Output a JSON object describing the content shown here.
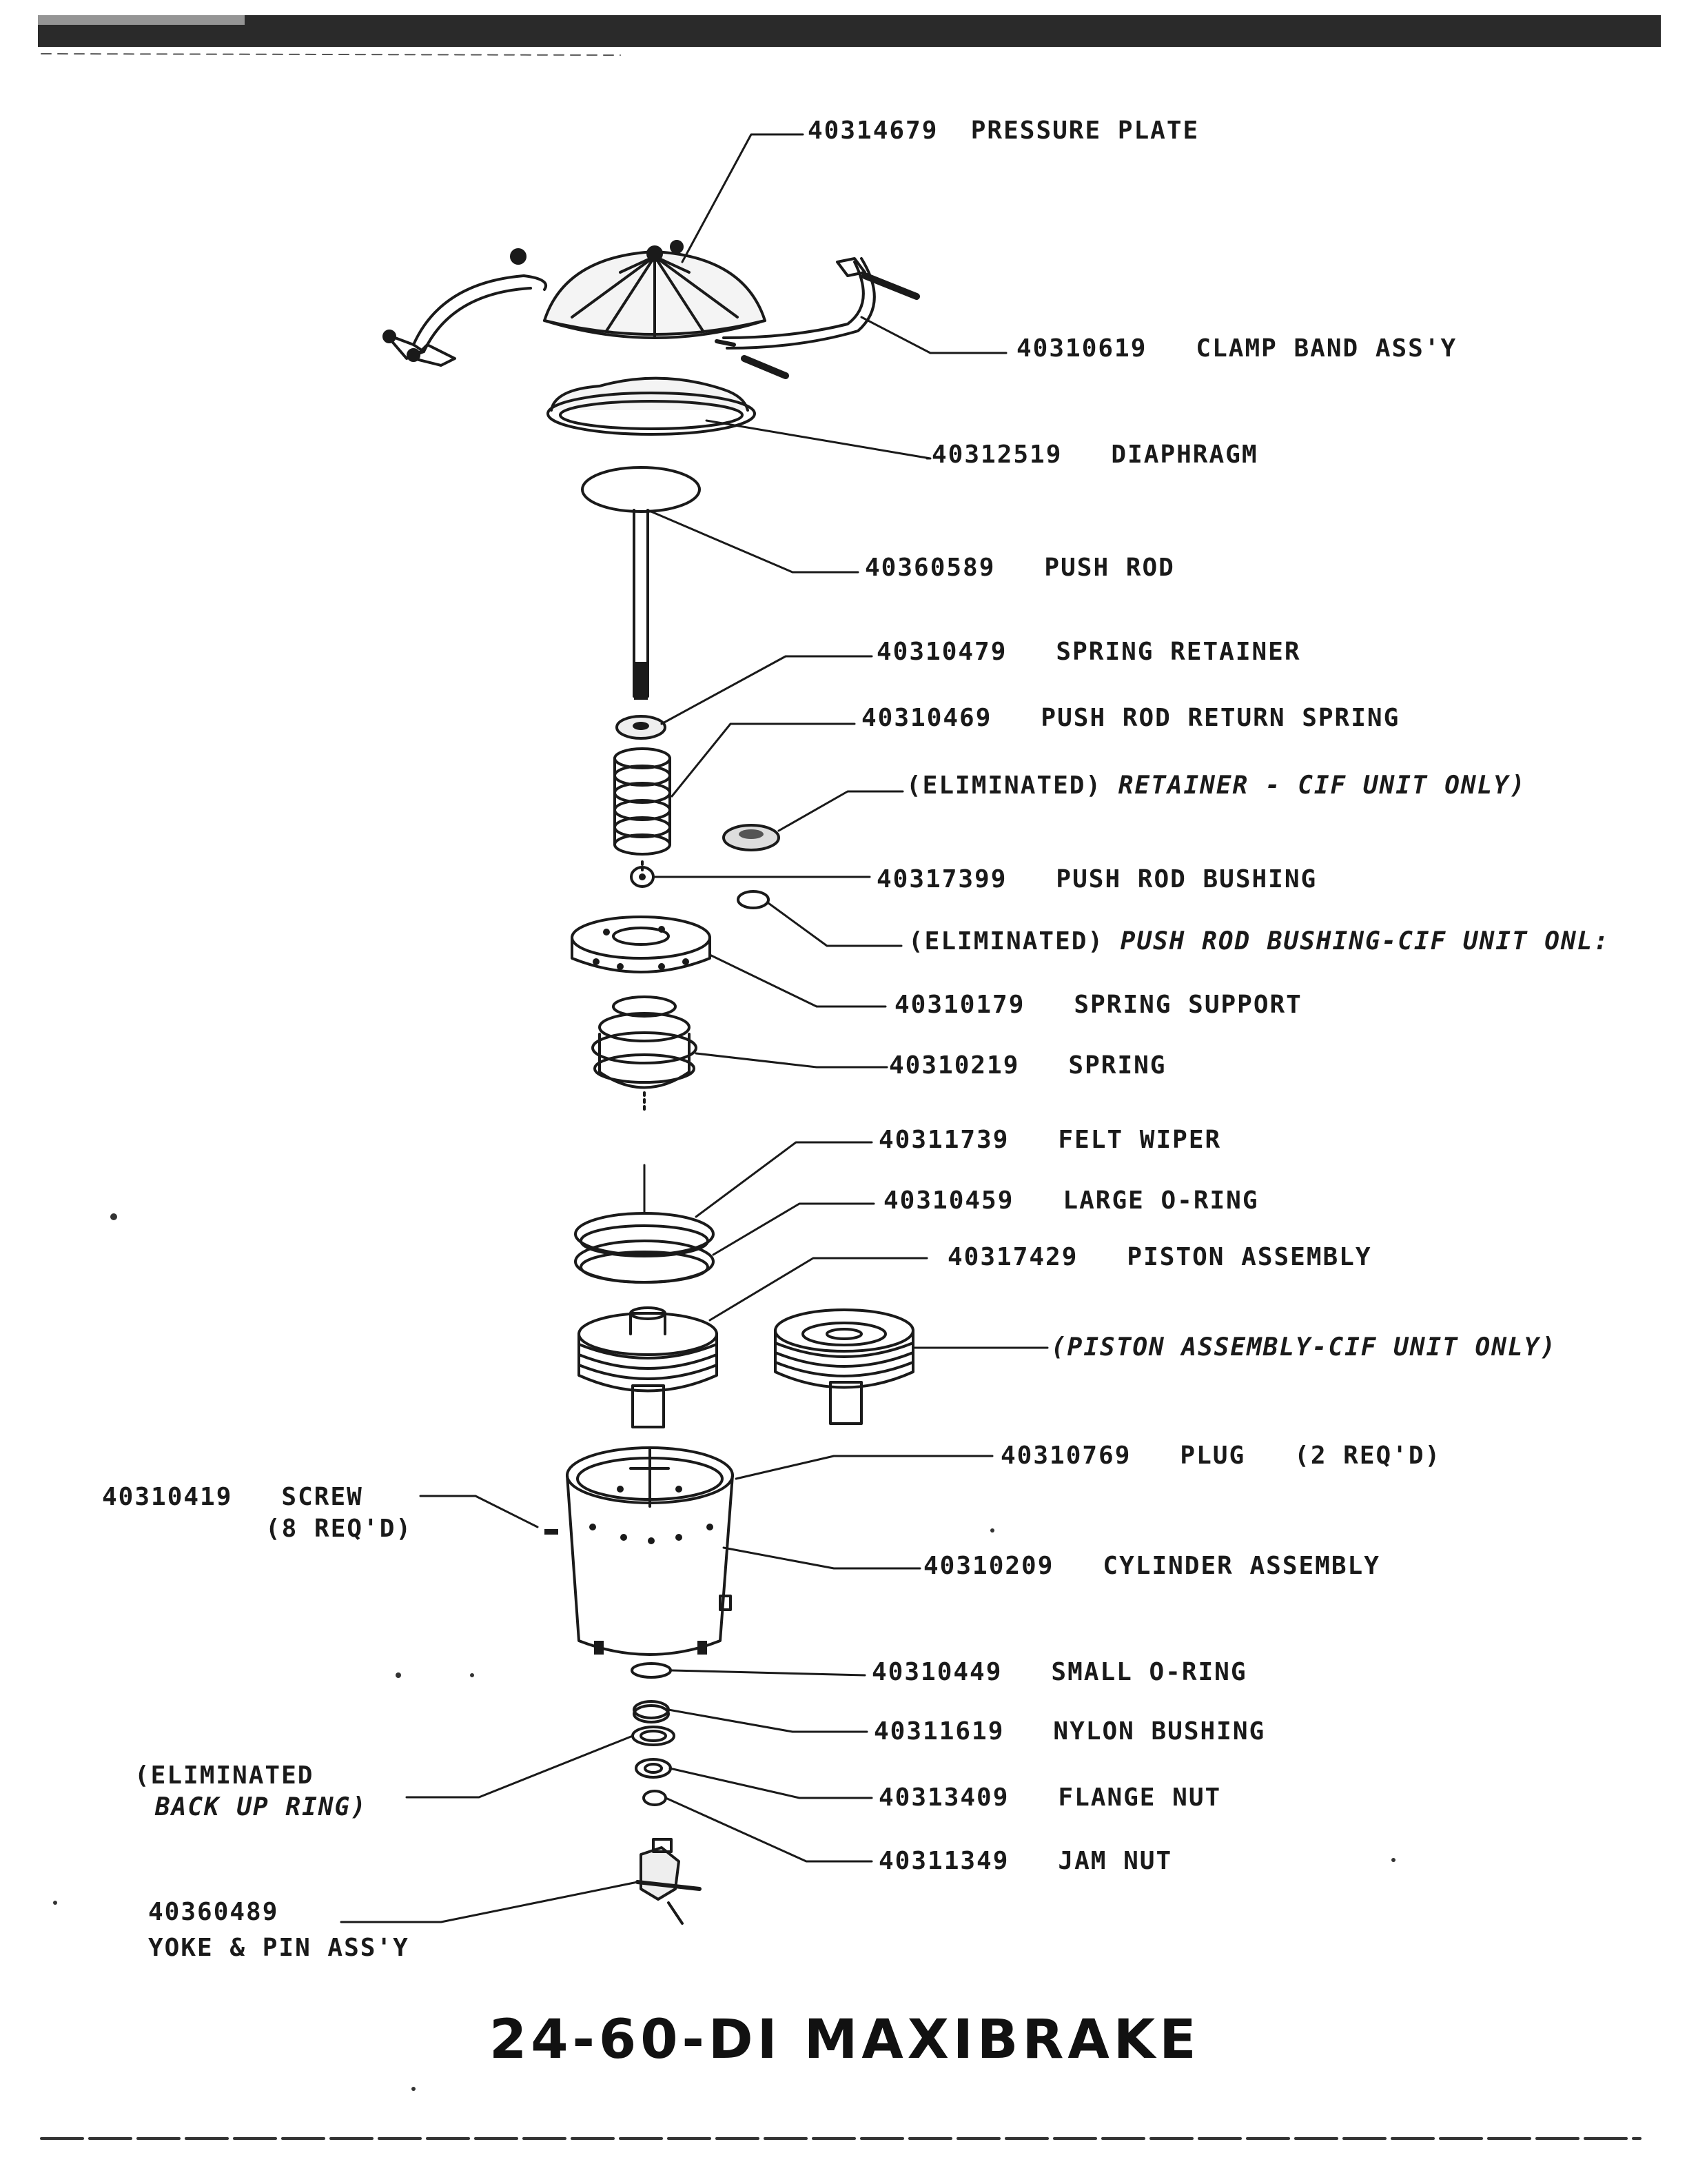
{
  "title": "24-60-DI  MAXIBRAKE",
  "parts": [
    {
      "number": "40314679",
      "name": "PRESSURE PLATE"
    },
    {
      "number": "40310619",
      "name": "CLAMP BAND ASS'Y"
    },
    {
      "number": "40312519",
      "name": "DIAPHRAGM"
    },
    {
      "number": "40360589",
      "name": "PUSH ROD"
    },
    {
      "number": "40310479",
      "name": "SPRING RETAINER"
    },
    {
      "number": "40310469",
      "name": "PUSH ROD RETURN SPRING"
    },
    {
      "number": "(ELIMINATED)",
      "name": "RETAINER - CIF UNIT ONLY)"
    },
    {
      "number": "40317399",
      "name": "PUSH ROD BUSHING"
    },
    {
      "number": "(ELIMINATED)",
      "name": "PUSH ROD BUSHING-CIF UNIT ONL:"
    },
    {
      "number": "40310179",
      "name": "SPRING SUPPORT"
    },
    {
      "number": "40310219",
      "name": "SPRING"
    },
    {
      "number": "40311739",
      "name": "FELT WIPER"
    },
    {
      "number": "40310459",
      "name": "LARGE O-RING"
    },
    {
      "number": "40317429",
      "name": "PISTON ASSEMBLY"
    },
    {
      "number": "",
      "name": "(PISTON ASSEMBLY-CIF UNIT ONLY)"
    },
    {
      "number": "40310769",
      "name": "PLUG",
      "note": "(2 REQ'D)"
    },
    {
      "number": "40310419",
      "name": "SCREW",
      "note": "(8 REQ'D)"
    },
    {
      "number": "40310209",
      "name": "CYLINDER ASSEMBLY"
    },
    {
      "number": "40310449",
      "name": "SMALL O-RING"
    },
    {
      "number": "40311619",
      "name": "NYLON BUSHING"
    },
    {
      "number": "(ELIMINATED",
      "name": "BACK UP RING)"
    },
    {
      "number": "40313409",
      "name": "FLANGE NUT"
    },
    {
      "number": "40311349",
      "name": "JAM NUT"
    },
    {
      "number": "40360489",
      "name": "YOKE & PIN ASS'Y"
    }
  ]
}
